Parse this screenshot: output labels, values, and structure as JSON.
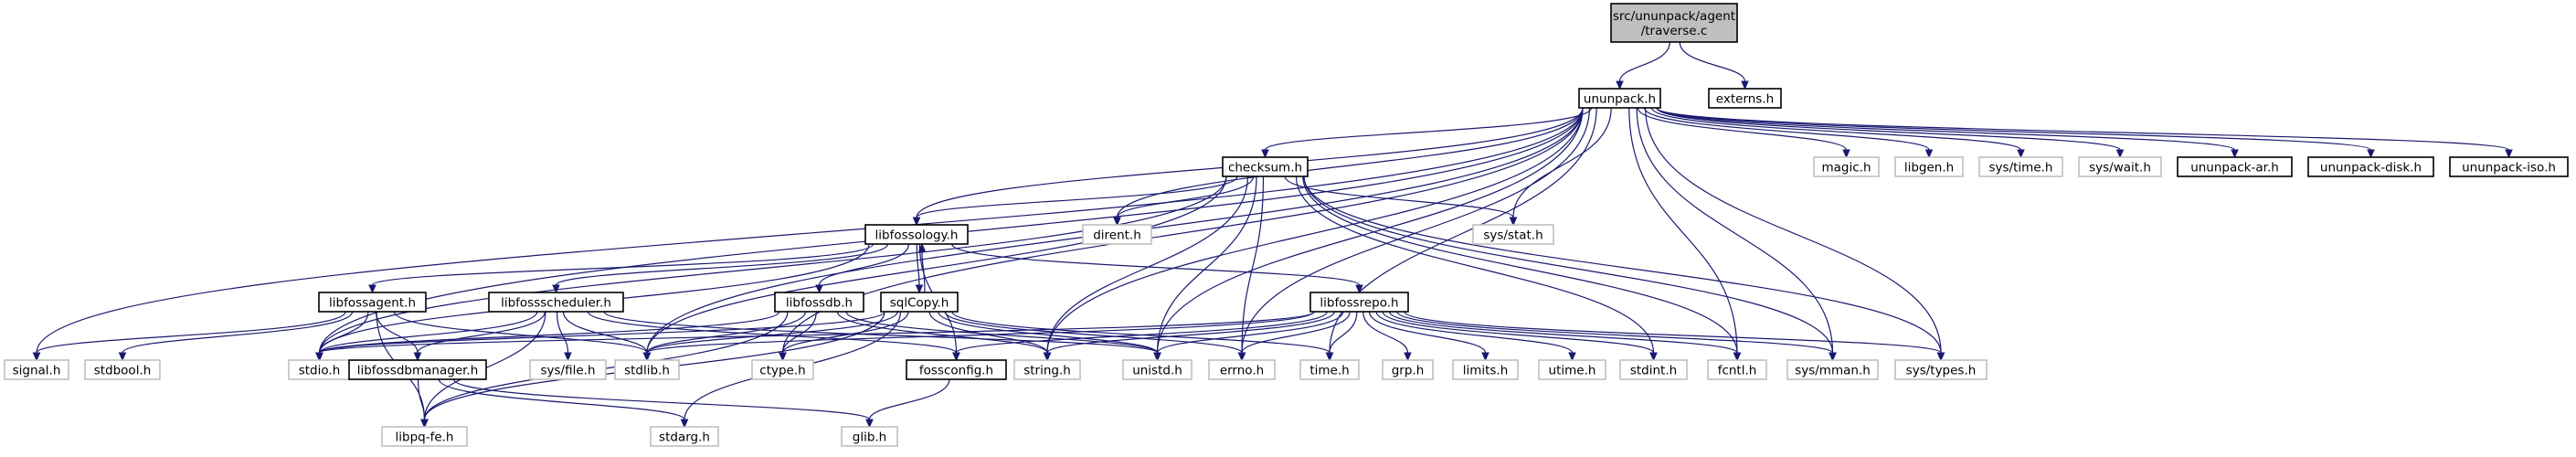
{
  "colors": {
    "edge": "#191970",
    "root_fill": "#bfbfbf",
    "documented_border": "#000000",
    "external_border": "#bfbfbf",
    "node_fill": "#ffffff",
    "external_text": "#444444"
  },
  "nodes": {
    "root": {
      "lines": [
        "src/ununpack/agent",
        "/traverse.c"
      ],
      "kind": "root"
    },
    "ununpack_h": {
      "lines": [
        "ununpack.h"
      ],
      "kind": "doc"
    },
    "externs_h": {
      "lines": [
        "externs.h"
      ],
      "kind": "doc"
    },
    "checksum_h": {
      "lines": [
        "checksum.h"
      ],
      "kind": "doc"
    },
    "magic_h": {
      "lines": [
        "magic.h"
      ],
      "kind": "ext"
    },
    "libgen_h": {
      "lines": [
        "libgen.h"
      ],
      "kind": "ext"
    },
    "sys_time_h": {
      "lines": [
        "sys/time.h"
      ],
      "kind": "ext"
    },
    "sys_wait_h": {
      "lines": [
        "sys/wait.h"
      ],
      "kind": "ext"
    },
    "ununpack_ar_h": {
      "lines": [
        "ununpack-ar.h"
      ],
      "kind": "doc"
    },
    "ununpack_disk_h": {
      "lines": [
        "ununpack-disk.h"
      ],
      "kind": "doc"
    },
    "ununpack_iso_h": {
      "lines": [
        "ununpack-iso.h"
      ],
      "kind": "doc"
    },
    "dirent_h": {
      "lines": [
        "dirent.h"
      ],
      "kind": "ext"
    },
    "sys_stat_h": {
      "lines": [
        "sys/stat.h"
      ],
      "kind": "ext"
    },
    "libfossology_h": {
      "lines": [
        "libfossology.h"
      ],
      "kind": "doc"
    },
    "libfossagent_h": {
      "lines": [
        "libfossagent.h"
      ],
      "kind": "doc"
    },
    "libfossscheduler_h": {
      "lines": [
        "libfossscheduler.h"
      ],
      "kind": "doc"
    },
    "libfossdb_h": {
      "lines": [
        "libfossdb.h"
      ],
      "kind": "doc"
    },
    "sqlcopy_h": {
      "lines": [
        "sqlCopy.h"
      ],
      "kind": "doc"
    },
    "libfossrepo_h": {
      "lines": [
        "libfossrepo.h"
      ],
      "kind": "doc"
    },
    "signal_h": {
      "lines": [
        "signal.h"
      ],
      "kind": "ext"
    },
    "stdbool_h": {
      "lines": [
        "stdbool.h"
      ],
      "kind": "ext"
    },
    "stdio_h": {
      "lines": [
        "stdio.h"
      ],
      "kind": "ext"
    },
    "libfossdbmanager_h": {
      "lines": [
        "libfossdbmanager.h"
      ],
      "kind": "doc"
    },
    "sys_file_h": {
      "lines": [
        "sys/file.h"
      ],
      "kind": "ext"
    },
    "stdlib_h": {
      "lines": [
        "stdlib.h"
      ],
      "kind": "ext"
    },
    "ctype_h": {
      "lines": [
        "ctype.h"
      ],
      "kind": "ext"
    },
    "fossconfig_h": {
      "lines": [
        "fossconfig.h"
      ],
      "kind": "doc"
    },
    "string_h": {
      "lines": [
        "string.h"
      ],
      "kind": "ext"
    },
    "unistd_h": {
      "lines": [
        "unistd.h"
      ],
      "kind": "ext"
    },
    "errno_h": {
      "lines": [
        "errno.h"
      ],
      "kind": "ext"
    },
    "time_h": {
      "lines": [
        "time.h"
      ],
      "kind": "ext"
    },
    "grp_h": {
      "lines": [
        "grp.h"
      ],
      "kind": "ext"
    },
    "limits_h": {
      "lines": [
        "limits.h"
      ],
      "kind": "ext"
    },
    "utime_h": {
      "lines": [
        "utime.h"
      ],
      "kind": "ext"
    },
    "stdint_h": {
      "lines": [
        "stdint.h"
      ],
      "kind": "ext"
    },
    "fcntl_h": {
      "lines": [
        "fcntl.h"
      ],
      "kind": "ext"
    },
    "sys_mman_h": {
      "lines": [
        "sys/mman.h"
      ],
      "kind": "ext"
    },
    "sys_types_h": {
      "lines": [
        "sys/types.h"
      ],
      "kind": "ext"
    },
    "libpq_fe_h": {
      "lines": [
        "libpq-fe.h"
      ],
      "kind": "ext"
    },
    "stdarg_h": {
      "lines": [
        "stdarg.h"
      ],
      "kind": "ext"
    },
    "glib_h": {
      "lines": [
        "glib.h"
      ],
      "kind": "ext"
    }
  },
  "edges": [
    [
      "root",
      "ununpack_h"
    ],
    [
      "root",
      "externs_h"
    ],
    [
      "ununpack_h",
      "checksum_h"
    ],
    [
      "ununpack_h",
      "magic_h"
    ],
    [
      "ununpack_h",
      "libgen_h"
    ],
    [
      "ununpack_h",
      "sys_time_h"
    ],
    [
      "ununpack_h",
      "sys_wait_h"
    ],
    [
      "ununpack_h",
      "ununpack_ar_h"
    ],
    [
      "ununpack_h",
      "ununpack_disk_h"
    ],
    [
      "ununpack_h",
      "ununpack_iso_h"
    ],
    [
      "ununpack_h",
      "dirent_h"
    ],
    [
      "ununpack_h",
      "sys_stat_h"
    ],
    [
      "ununpack_h",
      "libfossology_h"
    ],
    [
      "ununpack_h",
      "signal_h"
    ],
    [
      "ununpack_h",
      "stdio_h"
    ],
    [
      "ununpack_h",
      "stdlib_h"
    ],
    [
      "ununpack_h",
      "ctype_h"
    ],
    [
      "ununpack_h",
      "string_h"
    ],
    [
      "ununpack_h",
      "unistd_h"
    ],
    [
      "ununpack_h",
      "errno_h"
    ],
    [
      "ununpack_h",
      "time_h"
    ],
    [
      "ununpack_h",
      "fcntl_h"
    ],
    [
      "ununpack_h",
      "sys_mman_h"
    ],
    [
      "ununpack_h",
      "sys_types_h"
    ],
    [
      "checksum_h",
      "libfossology_h"
    ],
    [
      "checksum_h",
      "stdio_h"
    ],
    [
      "checksum_h",
      "stdlib_h"
    ],
    [
      "checksum_h",
      "string_h"
    ],
    [
      "checksum_h",
      "unistd_h"
    ],
    [
      "checksum_h",
      "errno_h"
    ],
    [
      "checksum_h",
      "dirent_h"
    ],
    [
      "checksum_h",
      "sys_stat_h"
    ],
    [
      "checksum_h",
      "stdint_h"
    ],
    [
      "checksum_h",
      "fcntl_h"
    ],
    [
      "checksum_h",
      "sys_mman_h"
    ],
    [
      "checksum_h",
      "sys_types_h"
    ],
    [
      "libfossology_h",
      "libfossagent_h"
    ],
    [
      "libfossology_h",
      "libfossscheduler_h"
    ],
    [
      "libfossology_h",
      "libfossdb_h"
    ],
    [
      "libfossology_h",
      "sqlcopy_h"
    ],
    [
      "libfossology_h",
      "libfossrepo_h"
    ],
    [
      "libfossology_h",
      "fossconfig_h"
    ],
    [
      "libfossology_h",
      "stdio_h"
    ],
    [
      "libfossagent_h",
      "signal_h"
    ],
    [
      "libfossagent_h",
      "stdbool_h"
    ],
    [
      "libfossagent_h",
      "stdio_h"
    ],
    [
      "libfossagent_h",
      "stdlib_h"
    ],
    [
      "libfossagent_h",
      "libpq_fe_h"
    ],
    [
      "libfossagent_h",
      "libfossdbmanager_h"
    ],
    [
      "libfossscheduler_h",
      "stdio_h"
    ],
    [
      "libfossscheduler_h",
      "libfossdbmanager_h"
    ],
    [
      "libfossscheduler_h",
      "sys_file_h"
    ],
    [
      "libfossscheduler_h",
      "stdlib_h"
    ],
    [
      "libfossscheduler_h",
      "fossconfig_h"
    ],
    [
      "libfossscheduler_h",
      "unistd_h"
    ],
    [
      "libfossscheduler_h",
      "libpq_fe_h"
    ],
    [
      "libfossdb_h",
      "stdio_h"
    ],
    [
      "libfossdb_h",
      "stdlib_h"
    ],
    [
      "libfossdb_h",
      "ctype_h"
    ],
    [
      "libfossdb_h",
      "string_h"
    ],
    [
      "libfossdb_h",
      "libpq_fe_h"
    ],
    [
      "libfossdb_h",
      "unistd_h"
    ],
    [
      "sqlcopy_h",
      "libfossology_h"
    ],
    [
      "sqlcopy_h",
      "stdio_h"
    ],
    [
      "sqlcopy_h",
      "stdlib_h"
    ],
    [
      "sqlcopy_h",
      "ctype_h"
    ],
    [
      "sqlcopy_h",
      "string_h"
    ],
    [
      "sqlcopy_h",
      "unistd_h"
    ],
    [
      "sqlcopy_h",
      "errno_h"
    ],
    [
      "sqlcopy_h",
      "libpq_fe_h"
    ],
    [
      "sqlcopy_h",
      "stdarg_h"
    ],
    [
      "sqlcopy_h",
      "time_h"
    ],
    [
      "libfossrepo_h",
      "stdio_h"
    ],
    [
      "libfossrepo_h",
      "stdlib_h"
    ],
    [
      "libfossrepo_h",
      "string_h"
    ],
    [
      "libfossrepo_h",
      "unistd_h"
    ],
    [
      "libfossrepo_h",
      "errno_h"
    ],
    [
      "libfossrepo_h",
      "time_h"
    ],
    [
      "libfossrepo_h",
      "grp_h"
    ],
    [
      "libfossrepo_h",
      "limits_h"
    ],
    [
      "libfossrepo_h",
      "utime_h"
    ],
    [
      "libfossrepo_h",
      "stdint_h"
    ],
    [
      "libfossrepo_h",
      "fcntl_h"
    ],
    [
      "libfossrepo_h",
      "sys_mman_h"
    ],
    [
      "libfossrepo_h",
      "sys_types_h"
    ],
    [
      "libfossrepo_h",
      "fossconfig_h"
    ],
    [
      "libfossdbmanager_h",
      "libpq_fe_h"
    ],
    [
      "libfossdbmanager_h",
      "stdarg_h"
    ],
    [
      "libfossdbmanager_h",
      "glib_h"
    ],
    [
      "fossconfig_h",
      "glib_h"
    ]
  ]
}
